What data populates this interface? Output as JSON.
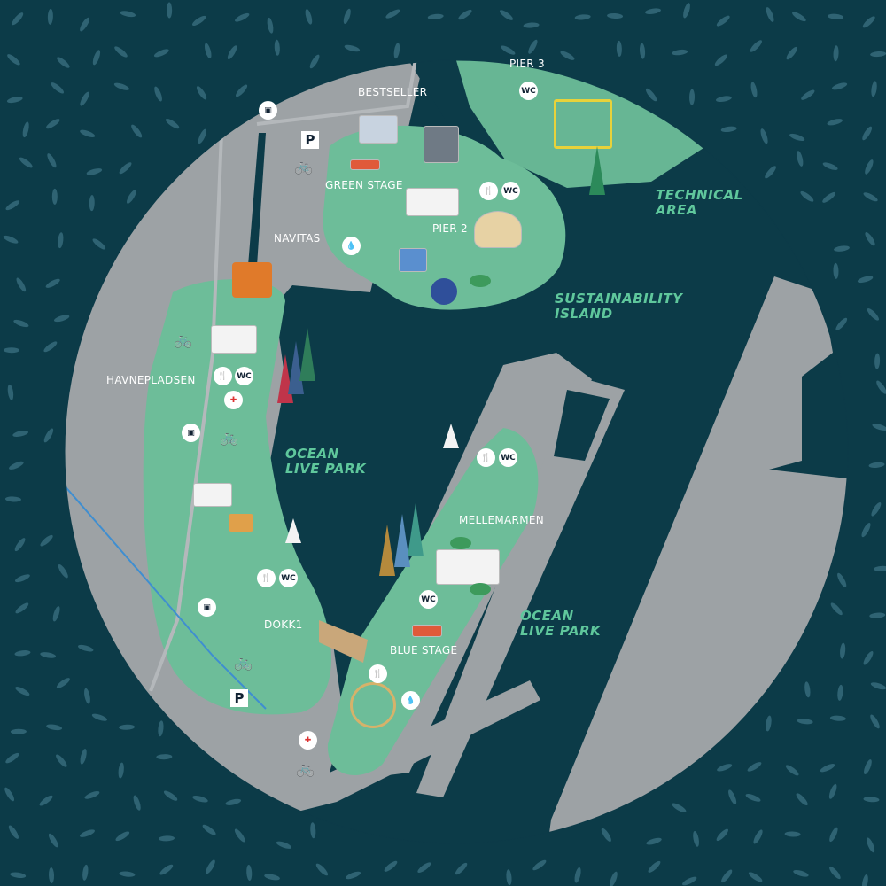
{
  "map": {
    "places": {
      "bestseller": "BESTSELLER",
      "green_stage": "GREEN STAGE",
      "navitas": "NAVITAS",
      "pier2": "PIER 2",
      "pier3": "PIER 3",
      "havnepladsen": "HAVNEPLADSEN",
      "mellemarmen": "MELLEMARMEN",
      "dokk1": "DOKK1",
      "blue_stage": "BLUE STAGE"
    },
    "areas": {
      "technical_1": "TECHNICAL",
      "technical_2": "AREA",
      "sustain_1": "SUSTAINABILITY",
      "sustain_2": "ISLAND",
      "olp_west_1": "OCEAN",
      "olp_west_2": "LIVE PARK",
      "olp_east_1": "OCEAN",
      "olp_east_2": "LIVE PARK"
    },
    "icons": {
      "wc": "WC",
      "parking": "P",
      "food": "🍴",
      "first_aid": "✚",
      "water": "💧",
      "tram": "▣",
      "bike": "🚲"
    },
    "colors": {
      "water": "#0c3b48",
      "land": "#9da2a5",
      "park": "#6dbd99",
      "area_label": "#5fc79c"
    }
  }
}
